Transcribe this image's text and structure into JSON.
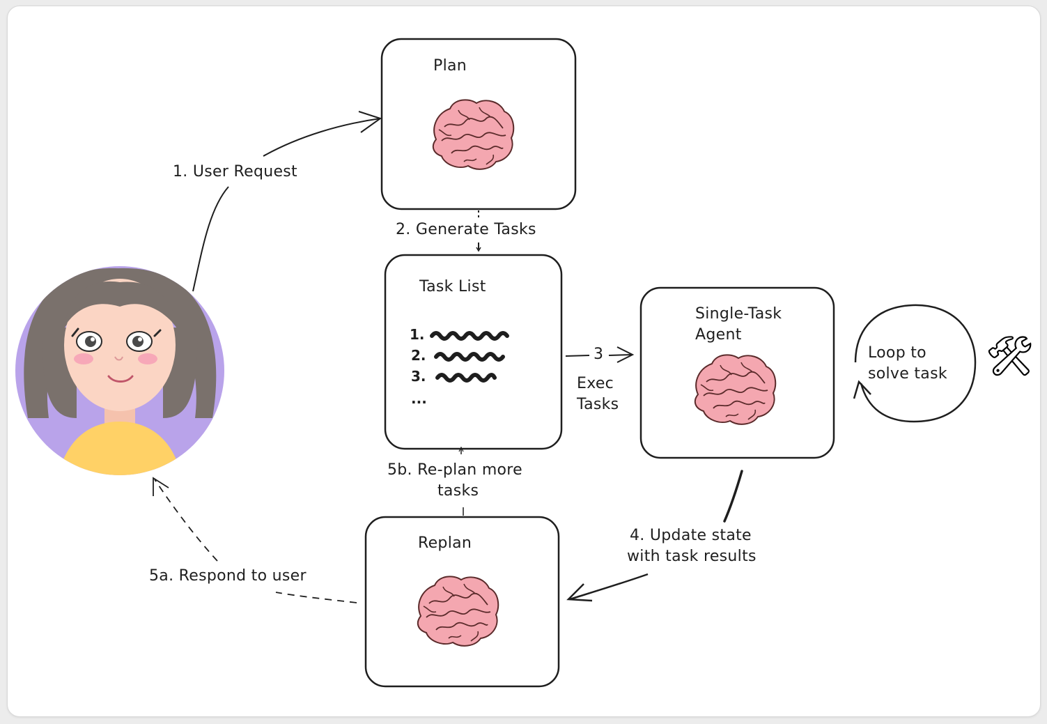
{
  "nodes": {
    "plan": {
      "title": "Plan"
    },
    "task_list": {
      "title": "Task List",
      "items": [
        "1.",
        "2.",
        "3.",
        "..."
      ]
    },
    "agent": {
      "title_line1": "Single-Task",
      "title_line2": "Agent"
    },
    "replan": {
      "title": "Replan"
    }
  },
  "edges": {
    "user_request": "1. User Request",
    "generate_tasks": "2. Generate Tasks",
    "exec_num": "3",
    "exec_line1": "Exec",
    "exec_line2": "Tasks",
    "update_line1": "4. Update state",
    "update_line2": "with task results",
    "respond": "5a. Respond to user",
    "replan_line1": "5b. Re-plan more",
    "replan_line2": "tasks",
    "loop_line1": "Loop to",
    "loop_line2": "solve task"
  },
  "icons": {
    "brain": "brain-icon",
    "user": "user-avatar-icon",
    "tools": "hammer-and-wrench-icon"
  },
  "colors": {
    "brain_fill": "#f4a7b0",
    "brain_stroke": "#5a2a2a",
    "avatar_bg": "#b9a3ea",
    "hair": "#7a716c",
    "skin": "#fbd5c4",
    "shirt": "#ffd166",
    "stroke": "#1e1e1e"
  }
}
